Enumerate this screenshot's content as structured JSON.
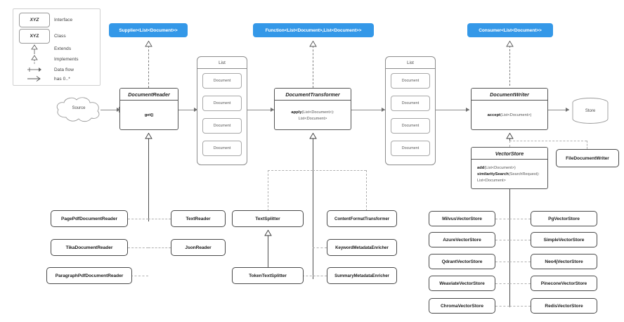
{
  "legend": {
    "rows": [
      {
        "key": "XYZ",
        "label": "Interface",
        "kind": "interface-box"
      },
      {
        "key": "XYZ",
        "label": "Class",
        "kind": "class-box"
      },
      {
        "key": "",
        "label": "Extends",
        "kind": "extends-arrow"
      },
      {
        "key": "",
        "label": "Implements",
        "kind": "implements-arrow"
      },
      {
        "key": "",
        "label": "Data flow",
        "kind": "dataflow-arrow"
      },
      {
        "key": "",
        "label": "has 0..*",
        "kind": "has-arrow"
      }
    ]
  },
  "interfaces_top": [
    {
      "label": "Supplier<List<Document>>"
    },
    {
      "label": "Function<List<Document>,List<Document>>"
    },
    {
      "label": "Consumer<List<Document>>"
    }
  ],
  "pipeline": {
    "source": {
      "label": "Source"
    },
    "store": {
      "label": "Store"
    },
    "reader": {
      "title": "DocumentReader",
      "methods": [
        {
          "name": "get()",
          "sig": ""
        }
      ]
    },
    "transformer": {
      "title": "DocumentTransformer",
      "methods": [
        {
          "name": "apply",
          "sig": "(List<Document>):"
        },
        {
          "name": "",
          "sig": "List<Document>"
        }
      ]
    },
    "writer": {
      "title": "DocumentWriter",
      "methods": [
        {
          "name": "accept",
          "sig": "(List<Document>)"
        }
      ]
    },
    "vectorstore": {
      "title": "VectorStore",
      "methods": [
        {
          "name": "add",
          "sig": "(List<Document>)"
        },
        {
          "name": "similaritySearch",
          "sig": "(SearchRequest):"
        },
        {
          "name": "",
          "sig": "List<Document>"
        }
      ]
    },
    "lists": [
      {
        "title": "List",
        "items": [
          "Document",
          "Document",
          "Document",
          "Document"
        ]
      },
      {
        "title": "List",
        "items": [
          "Document",
          "Document",
          "Document",
          "Document"
        ]
      }
    ]
  },
  "readers_left": [
    {
      "label": "PagePdfDocumentReader"
    },
    {
      "label": "TikaDocumentReader"
    },
    {
      "label": "ParagraphPdfDocumentReader"
    }
  ],
  "readers_right": [
    {
      "label": "TextReader"
    },
    {
      "label": "JsonReader"
    }
  ],
  "transformers_left": [
    {
      "label": "TextSplitter"
    },
    {
      "label": "TokenTextSplitter"
    }
  ],
  "transformers_right": [
    {
      "label": "ContentFormatTransformer"
    },
    {
      "label": "KeywordMetadataEnricher"
    },
    {
      "label": "SummaryMetadataEnricher"
    }
  ],
  "writers": [
    {
      "label": "FileDocumentWriter"
    }
  ],
  "vectorstores_left": [
    {
      "label": "MilvusVectorStore"
    },
    {
      "label": "AzureVectorStore"
    },
    {
      "label": "QdrantVectorStore"
    },
    {
      "label": "WeaviateVectorStore"
    },
    {
      "label": "ChromaVectorStore"
    }
  ],
  "vectorstores_right": [
    {
      "label": "PgVectorStore"
    },
    {
      "label": "SimpleVectorStore"
    },
    {
      "label": "Neo4jVectorStore"
    },
    {
      "label": "PineconeVectorStore"
    },
    {
      "label": "RedisVectorStore"
    }
  ],
  "colors": {
    "accent_blue": "#3498e8",
    "box_border": "#4a4a4a",
    "line": "#8a8a8a",
    "dashed": "#b0b0b0"
  }
}
